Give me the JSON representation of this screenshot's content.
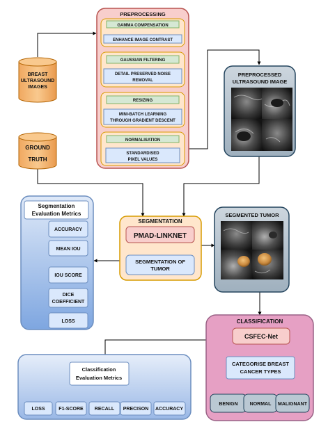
{
  "preprocessing": {
    "title": "PREPROCESSING",
    "steps": [
      {
        "name": "GAMMA COMPENSATION",
        "detail": [
          "ENHANCE IMAGE CONTRAST"
        ]
      },
      {
        "name": "GAUSSIAN FILTERING",
        "detail": [
          "DETAIL PRESERVED NOISE",
          "REMOVAL"
        ]
      },
      {
        "name": "RESIZING",
        "detail": [
          "MINI-BATCH LEARNING",
          "THROUGH GRADIENT DESCENT"
        ]
      },
      {
        "name": "NORMALISATION",
        "detail": [
          "STANDARDISED",
          "PIXEL VALUES"
        ]
      }
    ]
  },
  "inputs": {
    "breast_images": [
      "BREAST",
      "ULTRASOUND",
      "IMAGES"
    ],
    "ground_truth": [
      "GROUND",
      "TRUTH"
    ]
  },
  "preprocessed": {
    "title": [
      "PREPROCESSED",
      "ULTRASOUND IMAGE"
    ]
  },
  "segmentation": {
    "title": "SEGMENTATION",
    "model": "PMAD-LINKNET",
    "output": [
      "SEGMENTATION OF",
      "TUMOR"
    ]
  },
  "seg_metrics": {
    "title": [
      "Segmentation",
      "Evaluation Metrics"
    ],
    "items": [
      [
        "ACCURACY"
      ],
      [
        "MEAN IOU"
      ],
      [
        "IOU SCORE"
      ],
      [
        "DICE",
        "COEFFICIENT"
      ],
      [
        "LOSS"
      ]
    ]
  },
  "segmented_tumor": {
    "title": "SEGMENTED TUMOR"
  },
  "classification": {
    "title": "CLASSIFICATION",
    "model": "CSFEC-Net",
    "task": [
      "CATEGORISE BREAST",
      "CANCER TYPES"
    ],
    "classes": [
      "BENIGN",
      "NORMAL",
      "MALIGNANT"
    ]
  },
  "cls_metrics": {
    "title": [
      "Classification",
      "Evaluation Metrics"
    ],
    "items": [
      "LOSS",
      "F1-SCORE",
      "RECALL",
      "PRECISON",
      "ACCURACY"
    ]
  },
  "colors": {
    "pink_fill": "#f8cecc",
    "pink_stroke": "#b85450",
    "orange_fill": "#ffe6cc",
    "orange_stroke": "#d79b00",
    "green_fill": "#d5e8d4",
    "green_stroke": "#82b366",
    "blue_fill": "#dae8fc",
    "blue_stroke": "#6c8ebf",
    "gray_fill": "#bac8d3",
    "gray_stroke": "#23445d",
    "magenta_fill": "#e6a0c4",
    "magenta_stroke": "#996185"
  }
}
